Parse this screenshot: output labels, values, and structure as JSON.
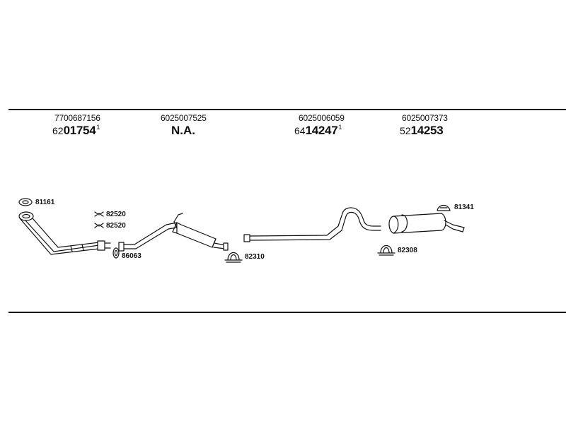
{
  "header_columns": [
    {
      "oe": "7700687156",
      "prefix": "62",
      "main": "01754",
      "sup": "1"
    },
    {
      "oe": "6025007525",
      "prefix": "",
      "main": "N.A.",
      "sup": ""
    },
    {
      "oe": "6025006059",
      "prefix": "64",
      "main": "14247",
      "sup": "1"
    },
    {
      "oe": "6025007373",
      "prefix": "52",
      "main": "14253",
      "sup": ""
    }
  ],
  "callouts": {
    "c81161": "81161",
    "c82520a": "82520",
    "c82520b": "82520",
    "c86063": "86063",
    "c82310": "82310",
    "c82308": "82308",
    "c81341": "81341"
  }
}
